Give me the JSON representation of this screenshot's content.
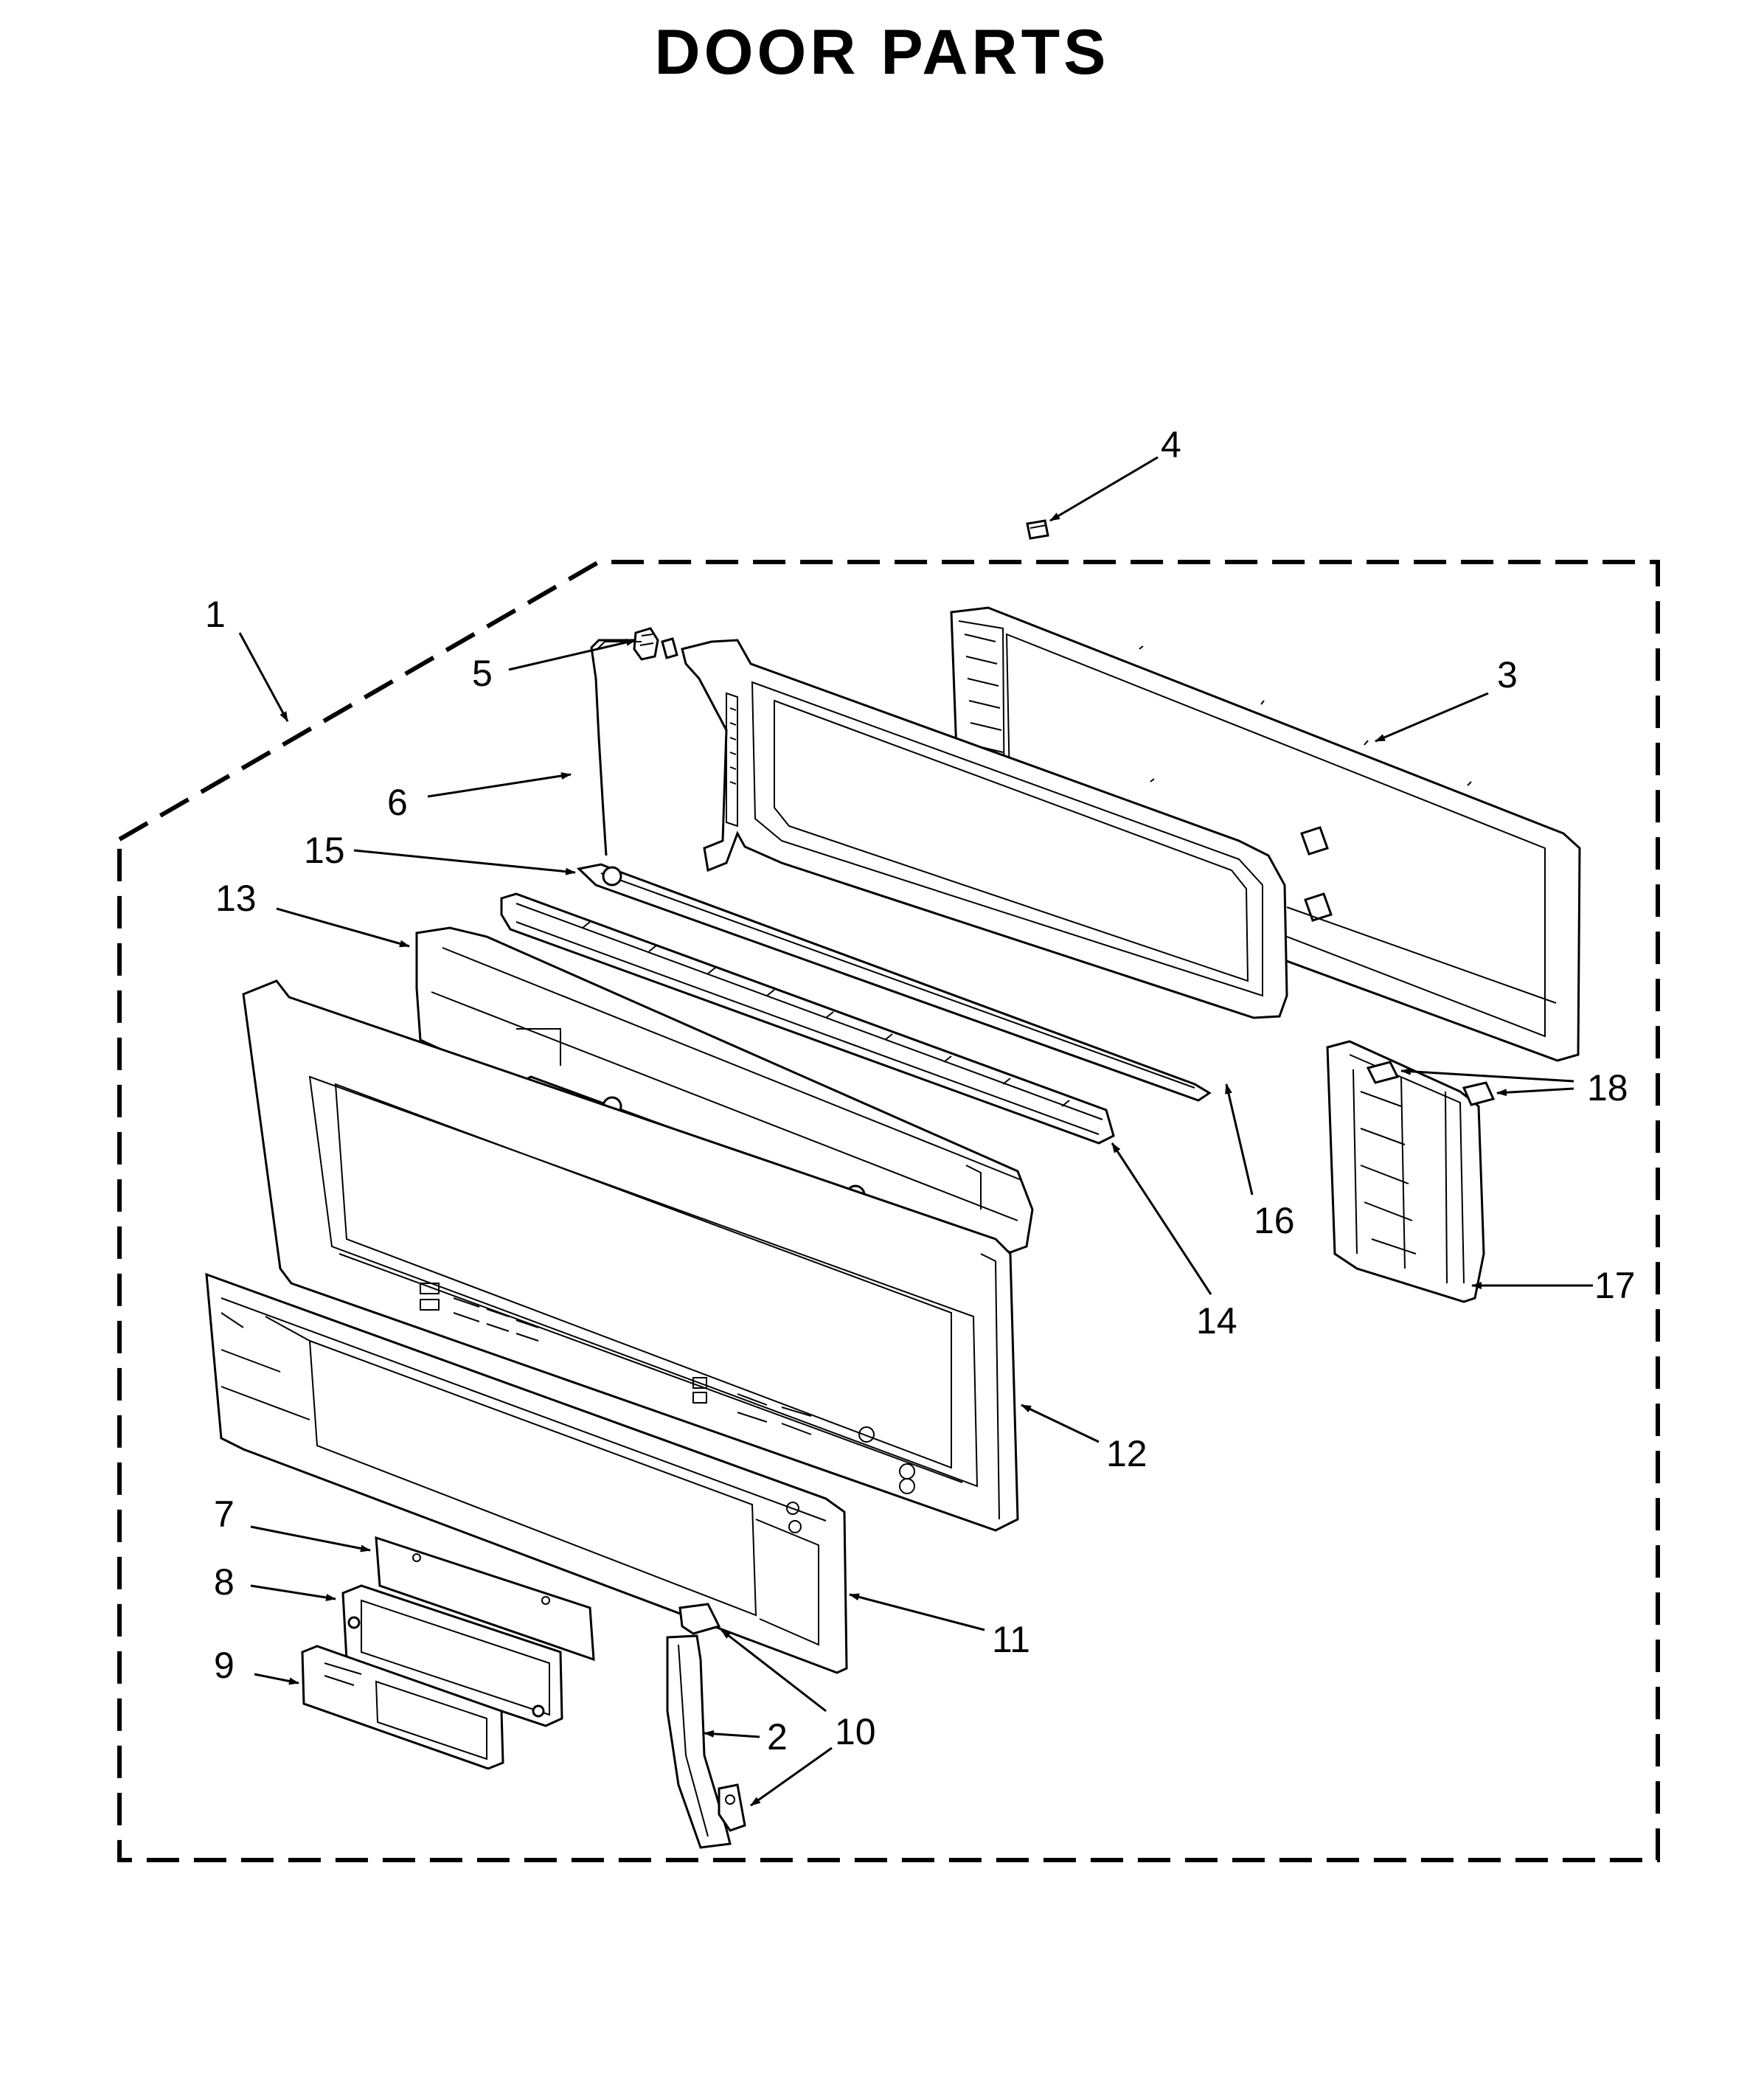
{
  "title": "DOOR PARTS",
  "callouts": [
    {
      "id": "1",
      "label": "1"
    },
    {
      "id": "2",
      "label": "2"
    },
    {
      "id": "3",
      "label": "3"
    },
    {
      "id": "4",
      "label": "4"
    },
    {
      "id": "5",
      "label": "5"
    },
    {
      "id": "6",
      "label": "6"
    },
    {
      "id": "7",
      "label": "7"
    },
    {
      "id": "8",
      "label": "8"
    },
    {
      "id": "9",
      "label": "9"
    },
    {
      "id": "10",
      "label": "10"
    },
    {
      "id": "11",
      "label": "11"
    },
    {
      "id": "12",
      "label": "12"
    },
    {
      "id": "13",
      "label": "13"
    },
    {
      "id": "14",
      "label": "14"
    },
    {
      "id": "15",
      "label": "15"
    },
    {
      "id": "16",
      "label": "16"
    },
    {
      "id": "17",
      "label": "17"
    },
    {
      "id": "18",
      "label": "18"
    }
  ]
}
